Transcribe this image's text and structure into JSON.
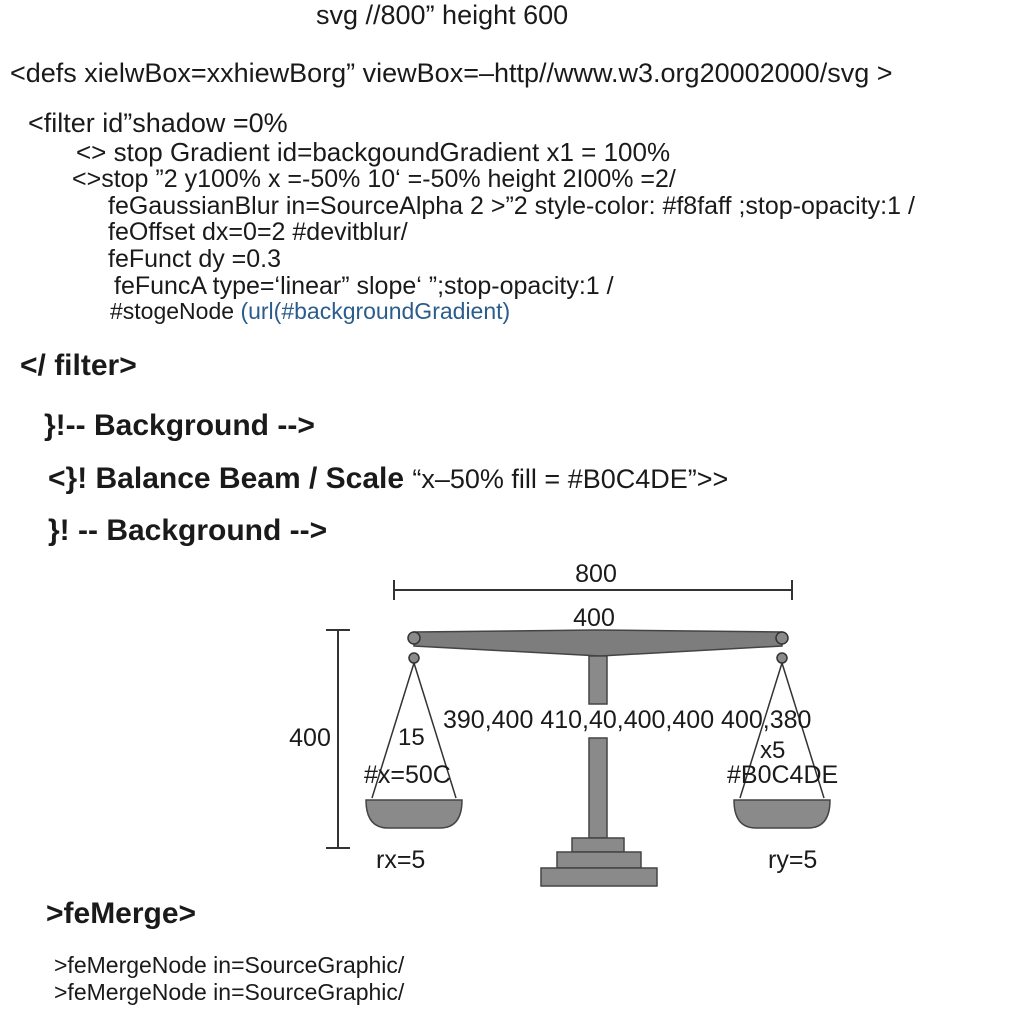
{
  "code": {
    "line1": "svg //800” height 600",
    "line2": "<defs  xielwBox=xxhiewBorg”  viewBox=–http//www.w3.org20002000/svg  >",
    "line3": "<filter id”shadow =0%",
    "line4": "<> stop Gradient id=backgoundGradient x1 = 100%",
    "line5": "<>stop ”2 y100%  x =-50%  10‘ =-50%   height 2I00% =2/",
    "line6": "feGaussianBlur  in=SourceAlpha 2 >”2 style-color: #f8faff ;stop-opacity:1 /",
    "line7": "feOffset dx=0=2  #devitblur/",
    "line8": "feFunct dy =0.3",
    "line9": "feFuncA  type=‘linear”  slope‘ ”;stop-opacity:1 /",
    "line10_prefix": "#stogeNode ",
    "line10_url": "(url(#backgroundGradient)",
    "line11": "</ filter>",
    "line12": "}!-- Background -->",
    "line13_bold": "<}! Balance Beam / Scale ",
    "line13_rest": "“x–50% fill =  #B0C4DE”>>",
    "line14": "}!   -- Background -->",
    "line15": ">feMerge>",
    "line16": ">feMergeNode in=SourceGraphic/",
    "line17": ">feMergeNode in=SourceGraphic/"
  },
  "diagram": {
    "width_label": "800",
    "beam_label": "400",
    "height_label": "400",
    "coords_label": "390,400 410,40,400,400 400,380",
    "left_angle_label": "15",
    "right_angle_label": "x5",
    "left_fill_label": "#x=50C",
    "right_fill_label": "#B0C4DE",
    "left_radius_label": "rx=5",
    "right_radius_label": "ry=5",
    "colors": {
      "beam": "#7d7d7d",
      "pan": "#8a8a8a",
      "line": "#333333"
    }
  }
}
